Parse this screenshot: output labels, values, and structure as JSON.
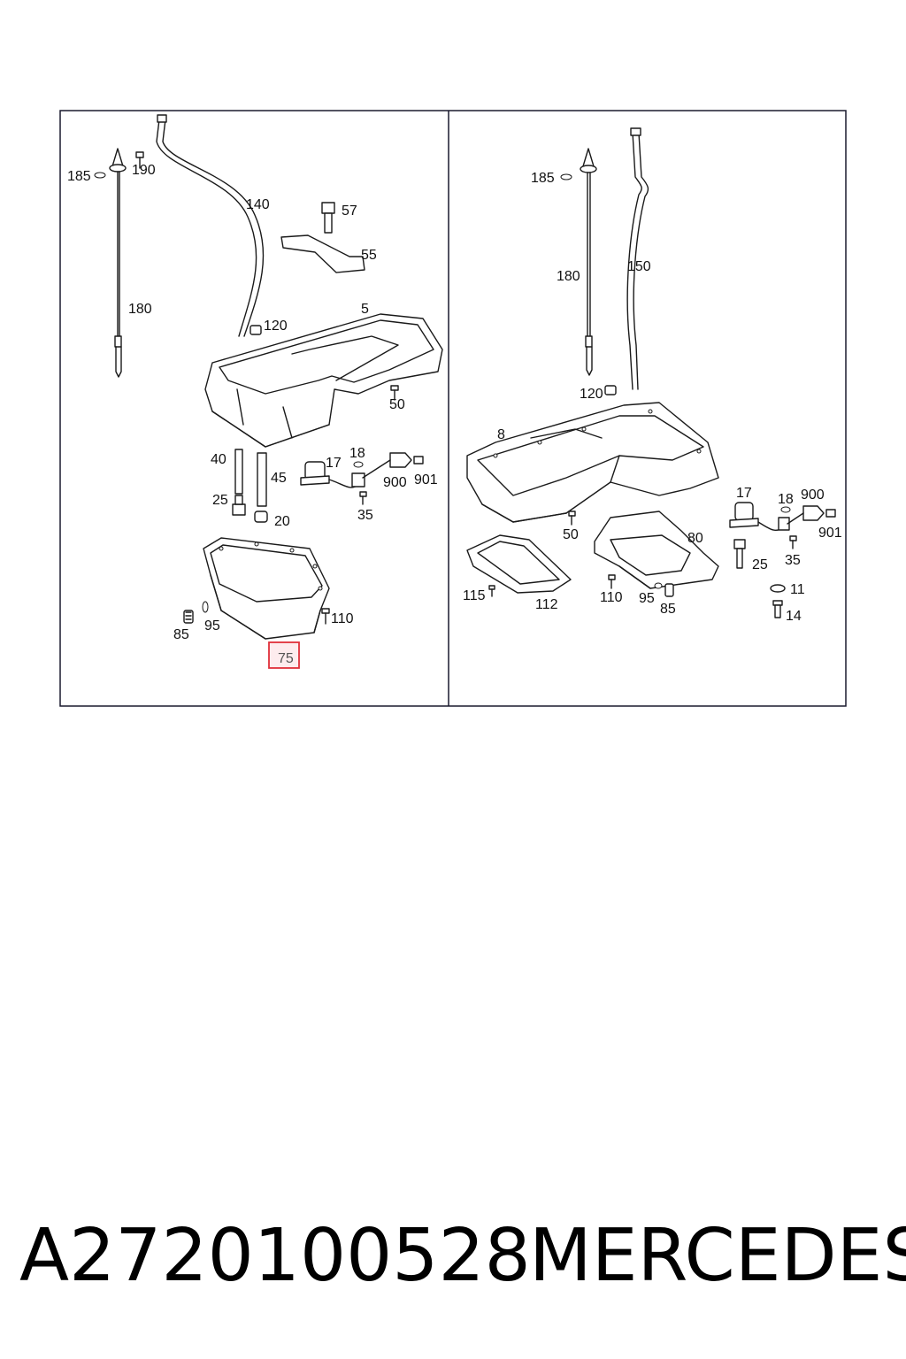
{
  "diagram": {
    "left_panel": {
      "callouts": [
        "185",
        "190",
        "140",
        "57",
        "55",
        "180",
        "120",
        "5",
        "50",
        "40",
        "18",
        "17",
        "45",
        "900",
        "901",
        "25",
        "35",
        "20",
        "85",
        "95",
        "110",
        "75"
      ]
    },
    "right_panel": {
      "callouts": [
        "185",
        "180",
        "150",
        "120",
        "8",
        "17",
        "18",
        "900",
        "50",
        "901",
        "80",
        "25",
        "35",
        "115",
        "112",
        "110",
        "95",
        "85",
        "11",
        "14"
      ]
    },
    "highlighted_callout": "75",
    "highlight_color": "#e0303a"
  },
  "footer": {
    "part_number": "A2720100528",
    "brand": "MERCEDES"
  }
}
